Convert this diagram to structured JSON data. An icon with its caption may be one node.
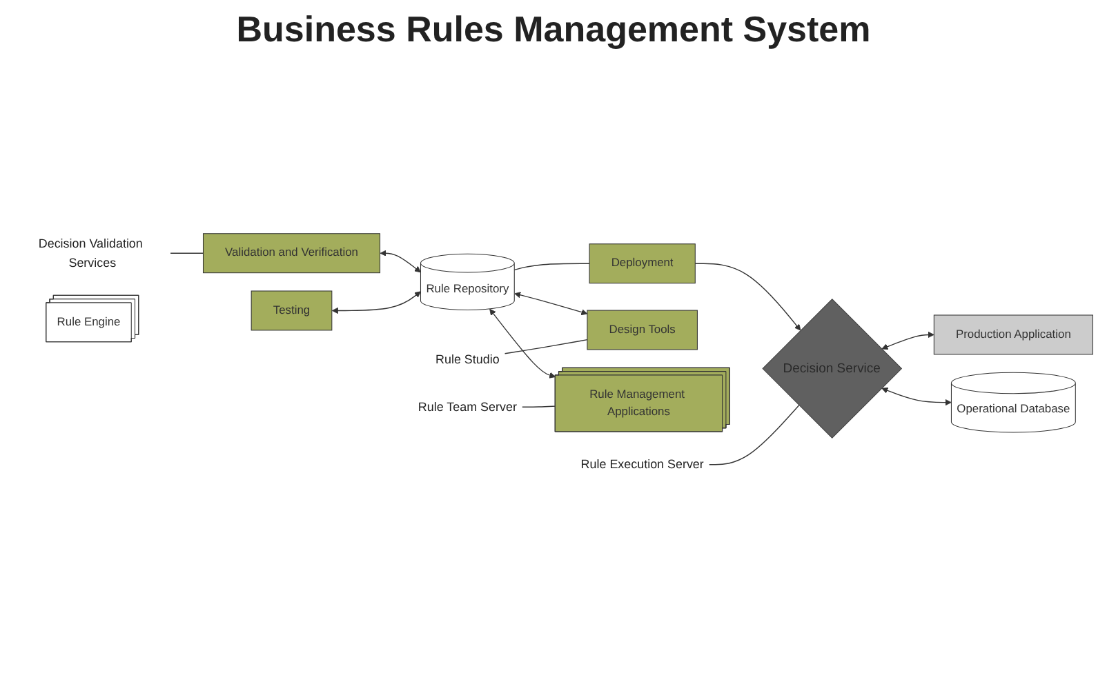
{
  "diagram": {
    "title": "Business Rules Management System",
    "nodes": [
      {
        "text": [
          "Decision Validation Services"
        ]
      },
      {
        "text": [
          "Validation and Verification"
        ]
      },
      {
        "text": [
          "Testing"
        ]
      },
      {
        "text": [
          "Rule Repository"
        ]
      },
      {
        "text": [
          "Deployment"
        ]
      },
      {
        "text": [
          "Decision Service"
        ]
      },
      {
        "text": [
          "Rule Engine"
        ]
      },
      {
        "text": [
          "Production Application"
        ]
      },
      {
        "text": [
          "Design Tools"
        ]
      },
      {
        "text": [
          "Rule Management Applications"
        ]
      },
      {
        "text": [
          "Operational Database"
        ]
      },
      {
        "text": [
          "Rule Execution Server"
        ]
      },
      {
        "text": [
          "Rule Studio"
        ]
      },
      {
        "text": [
          "Rule Team Server"
        ]
      }
    ],
    "edges": [
      {
        "from": 1,
        "to": 3,
        "arrow": "both"
      },
      {
        "from": 2,
        "to": 3,
        "arrow": "both"
      },
      {
        "from": 3,
        "to": 4,
        "arrow": "none"
      },
      {
        "from": 4,
        "to": 5,
        "arrow": "to"
      },
      {
        "from": 5,
        "to": 7,
        "arrow": "both"
      },
      {
        "from": 3,
        "to": 8,
        "arrow": "both"
      },
      {
        "from": 3,
        "to": 9,
        "arrow": "both"
      },
      {
        "from": 5,
        "to": 10,
        "arrow": "both"
      },
      {
        "from": 0,
        "to": 1,
        "arrow": "none"
      },
      {
        "from": 11,
        "to": 5,
        "arrow": "none"
      },
      {
        "from": 12,
        "to": 8,
        "arrow": "none"
      },
      {
        "from": 13,
        "to": 9,
        "arrow": "none"
      }
    ]
  }
}
